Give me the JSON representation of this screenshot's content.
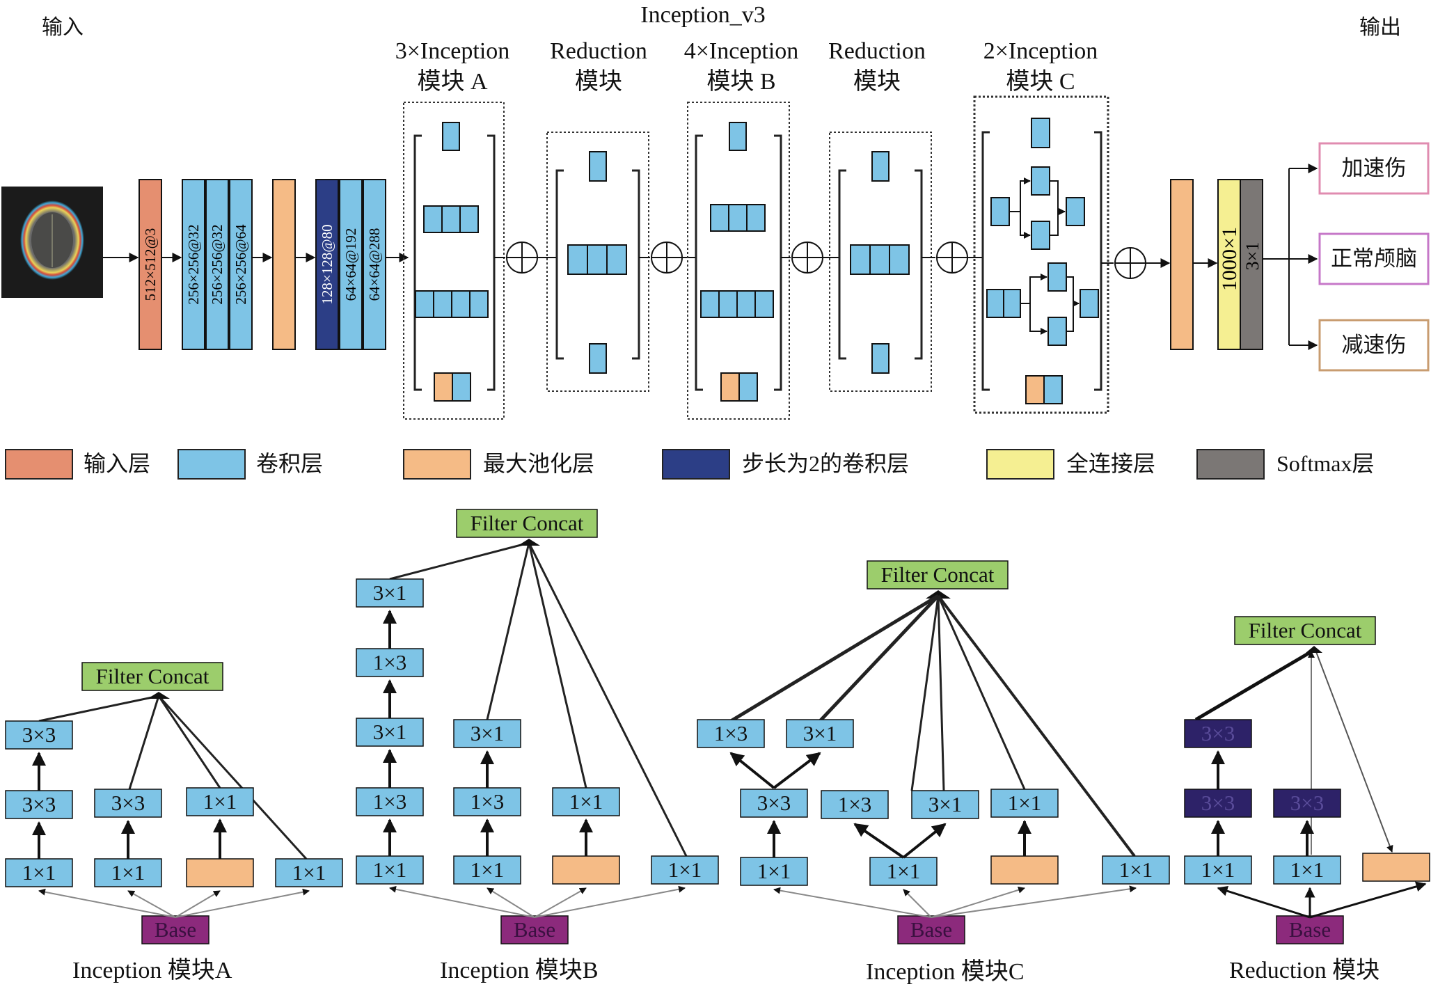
{
  "colors": {
    "input_layer": "#e58f70",
    "conv": "#7ec4e6",
    "maxpool": "#f5bb86",
    "stride2": "#2c3e86",
    "fc": "#f5ef92",
    "softmax": "#7b7775",
    "concat": "#9ccd6c",
    "base": "#8c2a7c",
    "red_conv": "#2d2268"
  },
  "header": {
    "input": "输入",
    "output": "输出",
    "network": "Inception_v3",
    "stages": [
      {
        "line1": "3×Inception",
        "line2": "模块 A"
      },
      {
        "line1": "Reduction",
        "line2": "模块"
      },
      {
        "line1": "4×Inception",
        "line2": "模块 B"
      },
      {
        "line1": "Reduction",
        "line2": "模块"
      },
      {
        "line1": "2×Inception",
        "line2": "模块 C"
      }
    ]
  },
  "layers": {
    "input": "512×512@3",
    "conv1": [
      "256×256@32",
      "256×256@32",
      "256×256@64"
    ],
    "conv2": [
      "128×128@80",
      "64×64@192",
      "64×64@288"
    ],
    "fc": "1000×1",
    "softmax": "3×1"
  },
  "outputs": [
    "加速伤",
    "正常颅脑",
    "减速伤"
  ],
  "legend": [
    {
      "label": "输入层",
      "color": "#e58f70"
    },
    {
      "label": "卷积层",
      "color": "#7ec4e6"
    },
    {
      "label": "最大池化层",
      "color": "#f5bb86"
    },
    {
      "label": "步长为2的卷积层",
      "color": "#2c3e86"
    },
    {
      "label": "全连接层",
      "color": "#f5ef92"
    },
    {
      "label": "Softmax层",
      "color": "#7b7775"
    }
  ],
  "modules": {
    "concat": "Filter Concat",
    "base": "Base",
    "a": {
      "caption": "Inception 模块A",
      "b1": [
        "1×1",
        "3×3",
        "3×3"
      ],
      "b2": [
        "1×1",
        "3×3"
      ],
      "b3": [
        "1×1"
      ],
      "b4": [
        "1×1"
      ]
    },
    "b": {
      "caption": "Inception 模块B",
      "b1": [
        "1×1",
        "1×3",
        "3×1",
        "1×3",
        "3×1"
      ],
      "b2": [
        "1×1",
        "1×3",
        "3×1"
      ],
      "b3": [
        "1×1"
      ],
      "b4": [
        "1×1"
      ]
    },
    "c": {
      "caption": "Inception 模块C",
      "b1": [
        "1×1",
        "3×3",
        "1×3",
        "3×1"
      ],
      "b2": [
        "1×1",
        "1×3",
        "3×1"
      ],
      "b3": [
        "1×1"
      ],
      "b4": [
        "1×1"
      ]
    },
    "r": {
      "caption": "Reduction 模块",
      "b1": [
        "1×1",
        "3×3",
        "3×3"
      ],
      "b2": [
        "1×1",
        "3×3"
      ]
    }
  }
}
